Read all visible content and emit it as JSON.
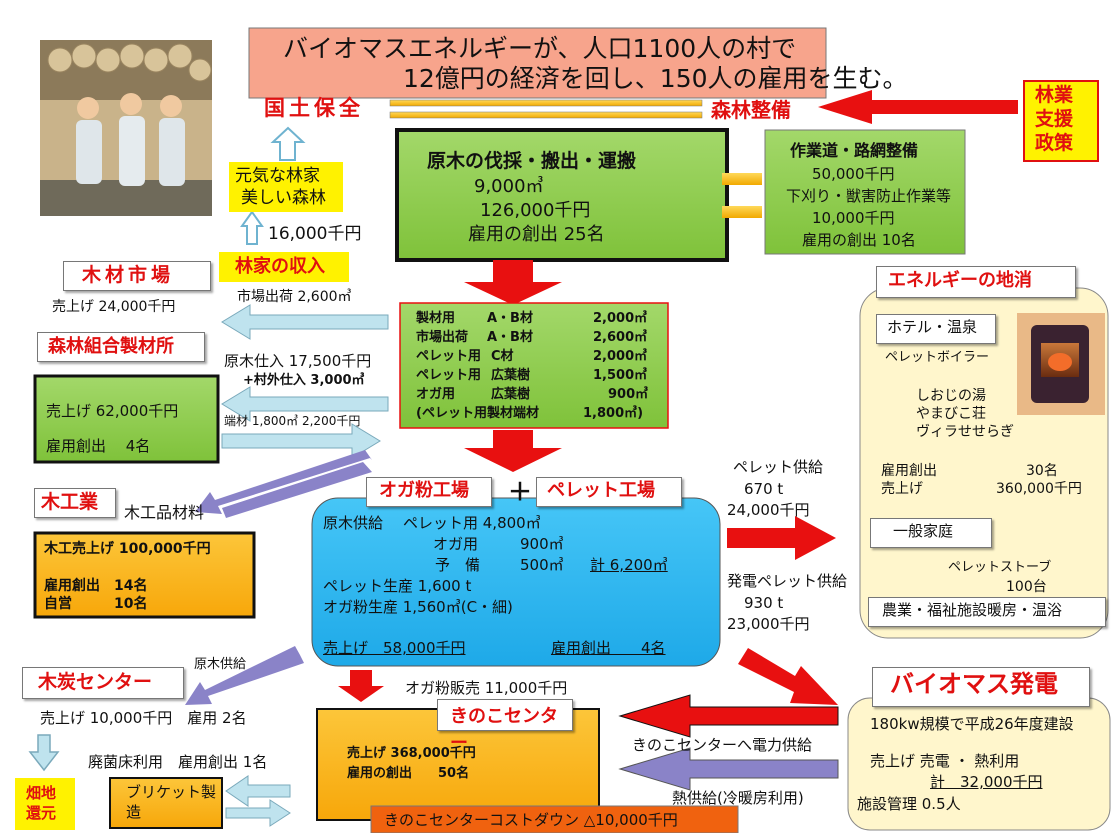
{
  "colors": {
    "background": "#ffffff",
    "title_fill": "#f7a48c",
    "green_fill": "#8fcf3f",
    "blue_fill": "#27b5f0",
    "orange_fill": "#fbb40d",
    "cream_fill": "#fff6cc",
    "yellow_fill": "#fff200",
    "red_label": "#e01010",
    "arrow_red": "#e81010",
    "arrow_light_blue": "#bfe3ee",
    "arrow_purple": "#8a83c8"
  },
  "title": {
    "line1": "バイオマスエネルギーが、人口1100人の村で",
    "line2": "12億円の経済を回し、150人の雇用を生む。"
  },
  "photo": {
    "icon": "foresters-photo"
  },
  "kokudo_hozen": "国土保全",
  "shinrin_seibi": "森林整備",
  "ringyo_shien": [
    "林業",
    "支援",
    "政策"
  ],
  "genki": {
    "line1": "元気な林家",
    "line2": "美しい森林"
  },
  "kanojo_16000": "16,000千円",
  "rinka_income": "林家の収入",
  "genboku": {
    "title": "原木の伐採・搬出・運搬",
    "volume": "9,000㎥",
    "amount": "126,000千円",
    "jobs": "雇用の創出 25名"
  },
  "sagyodo": {
    "title": "作業道・路網整備",
    "amount1": "50,000千円",
    "item2": "下刈り・獣害防止作業等",
    "amount2": "10,000千円",
    "jobs": "雇用の創出 10名"
  },
  "mokuzai_shijo": {
    "label": "木材市場",
    "sales": "売上げ 24,000千円",
    "shipment": "市場出荷 2,600㎥"
  },
  "breakdown": [
    {
      "use": "製材用",
      "kind": "A・B材",
      "qty": "2,000㎥"
    },
    {
      "use": "市場出荷",
      "kind": "A・B材",
      "qty": "2,600㎥"
    },
    {
      "use": "ペレット用",
      "kind": "C材",
      "qty": "2,000㎥"
    },
    {
      "use": "ペレット用",
      "kind": "広葉樹",
      "qty": "1,500㎥"
    },
    {
      "use": "オガ用",
      "kind": "広葉樹",
      "qty": "900㎥"
    },
    {
      "use": "(ペレット用製材端材",
      "kind": "",
      "qty": "1,800㎥)"
    }
  ],
  "seizai": {
    "label": "森林組合製材所",
    "genboku_line": "原木仕入 17,500千円",
    "sonogai_line": "+村外仕入 3,000㎥",
    "sales": "売上げ 62,000千円",
    "jobs": "雇用創出　 4名",
    "hazai": "端材 1,800㎥ 2,200千円"
  },
  "mokkogyo": {
    "label": "木工業",
    "material": "木工品材料",
    "sales": "木工売上げ 100,000千円",
    "jobs": "雇用創出　14名",
    "self": "自営　　　10名"
  },
  "factory": {
    "oga_label": "オガ粉工場",
    "plus": "＋",
    "pellet_label": "ペレット工場",
    "supply_head": "原木供給",
    "supply_pellet": "ペレット用 4,800㎥",
    "supply_oga_label": "オガ用",
    "supply_oga": "900㎥",
    "supply_reserve_label": "予　備",
    "supply_reserve": "500㎥",
    "supply_total": "計 6,200㎥",
    "pellet_prod": "ペレット生産 1,600 t",
    "oga_prod": "オガ粉生産 1,560㎥(C・細)",
    "sales": "売上げ　58,000千円",
    "jobs": "雇用創出　　4名"
  },
  "pellet_supply": {
    "label": "ペレット供給",
    "tons": "670 t",
    "amount": "24,000千円"
  },
  "gen_pellet_supply": {
    "label": "発電ペレット供給",
    "tons": "930 t",
    "amount": "23,000千円"
  },
  "energy": {
    "label": "エネルギーの地消",
    "hotel": "ホテル・温泉",
    "pellet_boiler": "ペレットボイラー",
    "facilities": [
      "しおじの湯",
      "やまびこ荘",
      "ヴィラせせらぎ"
    ],
    "jobs_label": "雇用創出",
    "jobs": "30名",
    "sales_label": "売上げ",
    "sales": "360,000千円",
    "household": "一般家庭",
    "stove": "ペレットストーブ",
    "stove_count": "100台",
    "agri": "農業・福祉施設暖房・温浴"
  },
  "charcoal": {
    "label": "木炭センター",
    "supply": "原木供給",
    "sales": "売上げ 10,000千円　雇用 2名",
    "haikin": "廃菌床利用　雇用創出 1名",
    "briquette": "ブリケット製造",
    "field": [
      "畑地",
      "還元"
    ]
  },
  "oga_sale": "オガ粉販売 11,000千円",
  "kinoko": {
    "label": "きのこセンター",
    "sales": "売上げ 368,000千円",
    "jobs": "雇用の創出　　50名",
    "costdown": "きのこセンターコストダウン △10,000千円",
    "power": "きのこセンターへ電力供給",
    "heat": "熱供給(冷暖房利用)"
  },
  "biomass": {
    "label": "バイオマス発電",
    "build": "180kw規模で平成26年度建設",
    "sales_line": "売上げ 売電 ・ 熱利用",
    "total": "計　32,000千円",
    "mgmt": "施設管理 0.5人"
  }
}
